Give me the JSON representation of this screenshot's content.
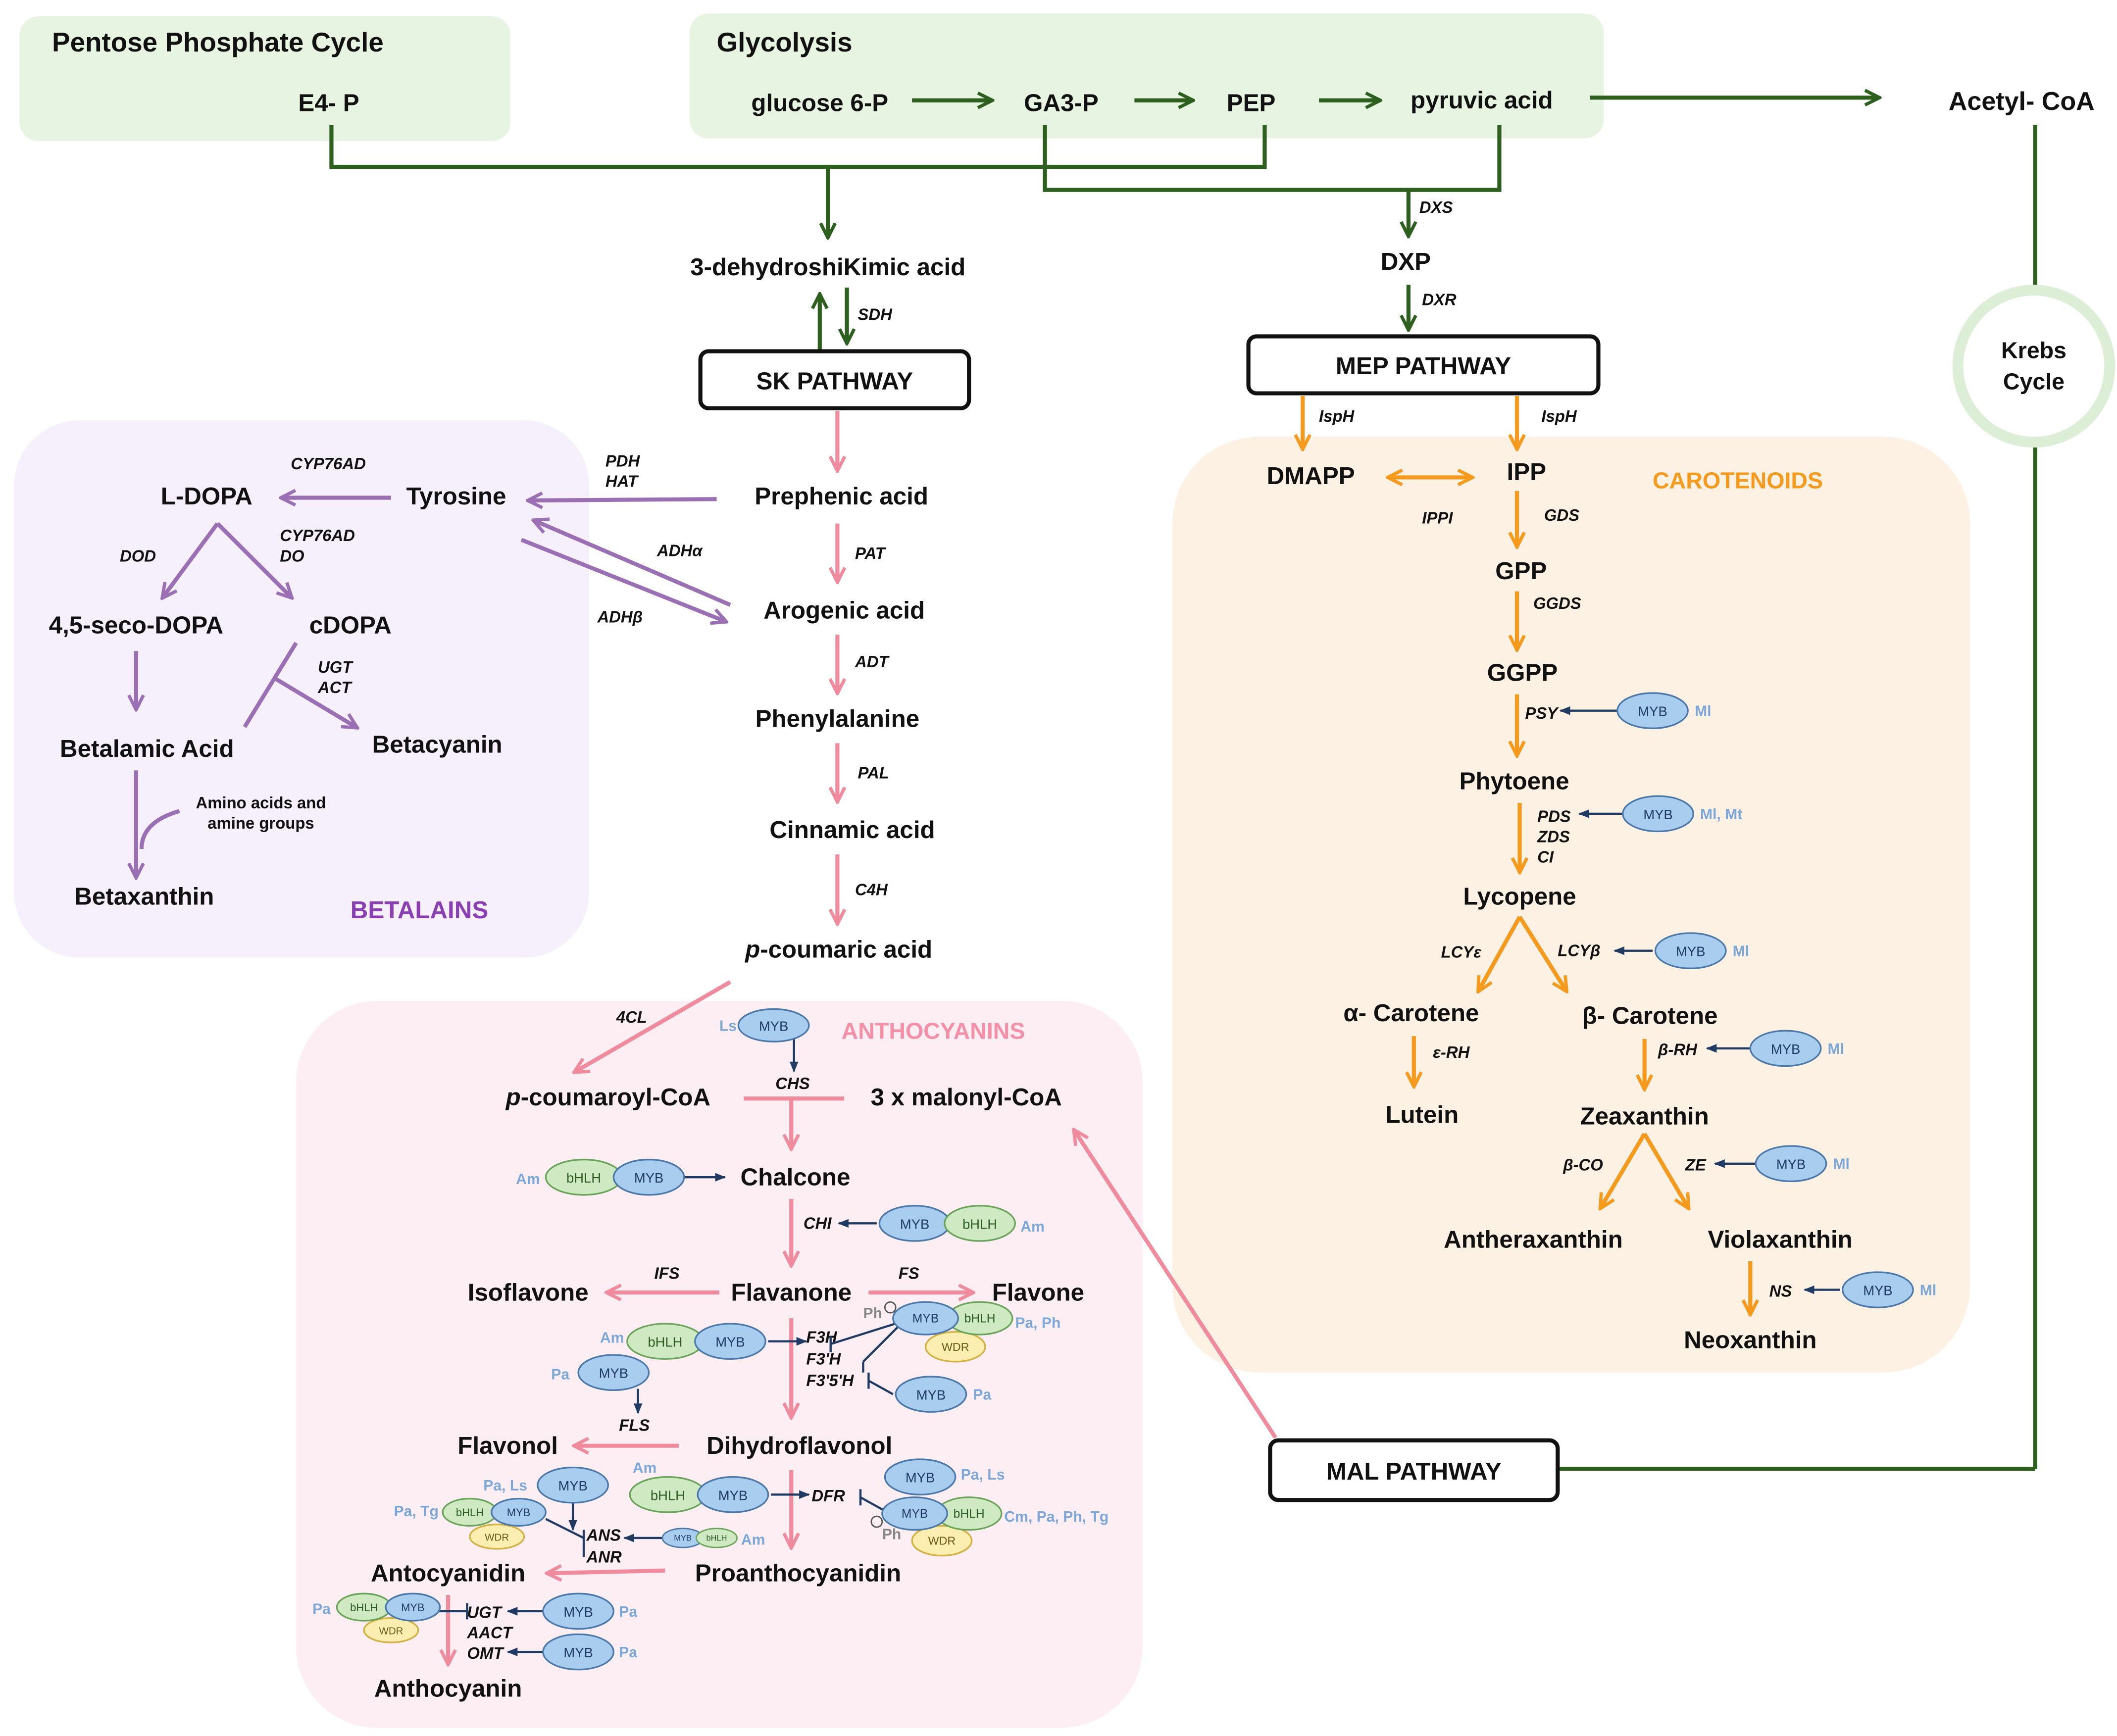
{
  "colors": {
    "green": "#2d5f1e",
    "pink": "#f08a9d",
    "purple": "#9a6fb4",
    "orange": "#f59a1d",
    "panel_green": "#e8f4e2",
    "panel_purple": "#f6effc",
    "panel_pink": "#fdeef4",
    "panel_orange": "#fdf1e4",
    "myb": "#a9cdee",
    "bhlh": "#cfeac3",
    "wdr": "#fbeeb0",
    "species": "#7ca7d9",
    "carotenoid_label": "#f59a1d",
    "betalain_label": "#8a3fb5",
    "anthocyanin_label": "#f58fa8",
    "krebs_ring": "#dceed6"
  },
  "sections": {
    "pentose": "Pentose Phosphate Cycle",
    "glycolysis": "Glycolysis",
    "betalains": "BETALAINS",
    "anthocyanins": "ANTHOCYANINS",
    "carotenoids": "CAROTENOIDS"
  },
  "pathways": {
    "sk": "SK PATHWAY",
    "mep": "MEP PATHWAY",
    "mal": "MAL PATHWAY",
    "krebs_line1": "Krebs",
    "krebs_line2": "Cycle"
  },
  "nodes": {
    "e4p": "E4- P",
    "glucose6p": "glucose 6-P",
    "ga3p": "GA3-P",
    "pep": "PEP",
    "pyruvic": "pyruvic acid",
    "acetylcoa": "Acetyl- CoA",
    "dehydro": "3-dehydroshiKimic acid",
    "dxp": "DXP",
    "prephenic": "Prephenic acid",
    "arogenic": "Arogenic acid",
    "phenylalanine": "Phenylalanine",
    "cinnamic": "Cinnamic acid",
    "pcoumaric_italic": "p",
    "pcoumaric_rest": "-coumaric acid",
    "tyrosine": "Tyrosine",
    "ldopa": "L-DOPA",
    "secodopa": "4,5-seco-DOPA",
    "cdopa": "cDOPA",
    "betalamic": "Betalamic Acid",
    "betacyanin": "Betacyanin",
    "betaxanthin": "Betaxanthin",
    "amino_line1": "Amino acids and",
    "amino_line2": "amine groups",
    "pcoumaroyl_italic": "p",
    "pcoumaroyl_rest": "-coumaroyl-CoA",
    "malonyl": "3 x malonyl-CoA",
    "chalcone": "Chalcone",
    "isoflavone": "Isoflavone",
    "flavanone": "Flavanone",
    "flavone": "Flavone",
    "flavonol": "Flavonol",
    "dihydroflavonol": "Dihydroflavonol",
    "antocyanidin": "Antocyanidin",
    "proanthocyanidin": "Proanthocyanidin",
    "anthocyanin": "Anthocyanin",
    "dmapp": "DMAPP",
    "ipp": "IPP",
    "gpp": "GPP",
    "ggpp": "GGPP",
    "phytoene": "Phytoene",
    "lycopene": "Lycopene",
    "acarotene": "α- Carotene",
    "bcarotene": "β- Carotene",
    "lutein": "Lutein",
    "zeaxanthin": "Zeaxanthin",
    "antheraxanthin": "Antheraxanthin",
    "violaxanthin": "Violaxanthin",
    "neoxanthin": "Neoxanthin"
  },
  "enzymes": {
    "dxs": "DXS",
    "dxr": "DXR",
    "sdh": "SDH",
    "isph_left": "IspH",
    "isph_right": "IspH",
    "ippi": "IPPI",
    "gds": "GDS",
    "ggds": "GGDS",
    "psy": "PSY",
    "pds": "PDS",
    "zds": "ZDS",
    "ci": "CI",
    "lcye": "LCYε",
    "lcyb": "LCYβ",
    "erh": "ε-RH",
    "brh": "β-RH",
    "bco": "β-CO",
    "ze": "ZE",
    "ns": "NS",
    "cyp76ad_1": "CYP76AD",
    "cyp76ad_2": "CYP76AD",
    "do": "DO",
    "dod": "DOD",
    "ugt_b": "UGT",
    "act": "ACT",
    "pdh": "PDH",
    "hat": "HAT",
    "adha": "ADHα",
    "adhb": "ADHβ",
    "pat": "PAT",
    "adt": "ADT",
    "pal": "PAL",
    "c4h": "C4H",
    "fourcl": "4CL",
    "chs": "CHS",
    "chi": "CHI",
    "ifs": "IFS",
    "fs": "FS",
    "f3h": "F3H",
    "f3ph": "F3'H",
    "f35h": "F3'5'H",
    "fls": "FLS",
    "dfr": "DFR",
    "ans": "ANS",
    "anr": "ANR",
    "ugt": "UGT",
    "aact": "AACT",
    "omt": "OMT"
  },
  "tf": {
    "myb": "MYB",
    "bhlh": "bHLH",
    "wdr": "WDR",
    "ph": "Ph"
  },
  "species": {
    "ml": "Ml",
    "ml_mt": "Ml, Mt",
    "ls": "Ls",
    "am": "Am",
    "pa": "Pa",
    "pa_ph": "Pa, Ph",
    "pa_ls": "Pa, Ls",
    "pa_tg": "Pa, Tg",
    "cm_pa_ph_tg": "Cm, Pa, Ph, Tg"
  }
}
